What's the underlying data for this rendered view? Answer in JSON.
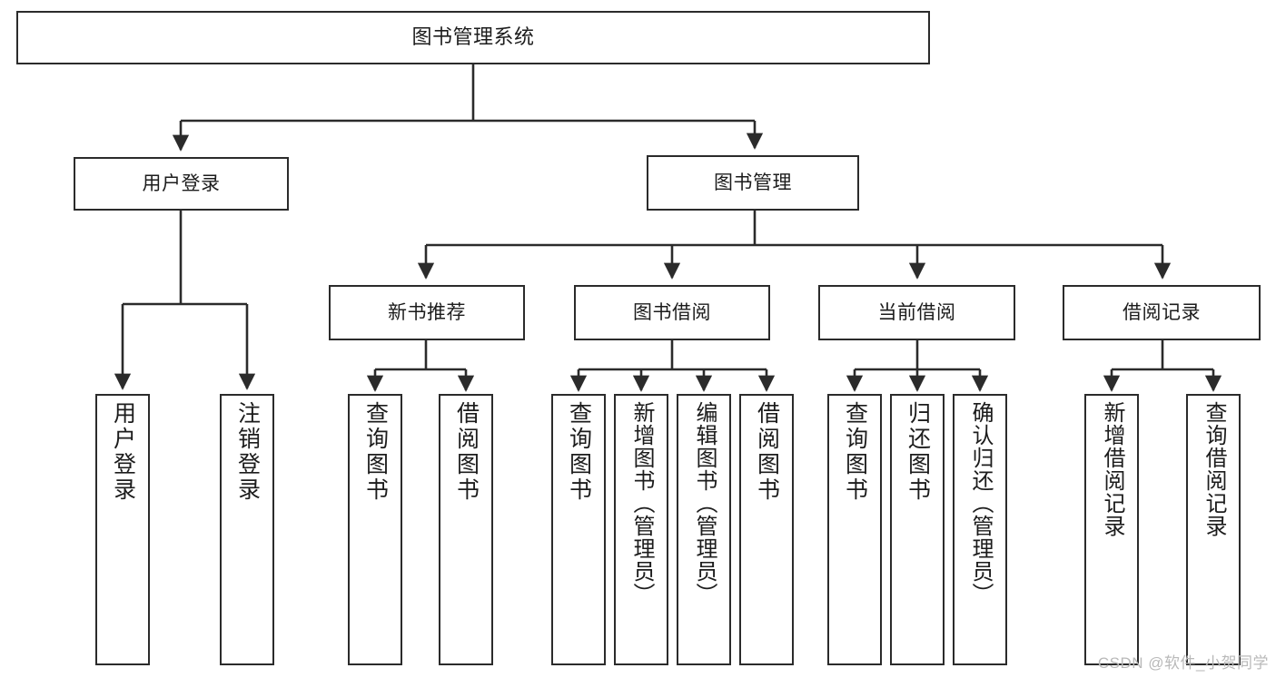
{
  "diagram": {
    "title": "图书管理系统",
    "type": "tree-hierarchy",
    "watermark": "CSDN @软件_小贺同学",
    "colors": {
      "stroke": "#2b2b2b",
      "fill": "#ffffff",
      "text": "#1c1c1c",
      "watermark": "#b9b9b9"
    },
    "root": {
      "label": "图书管理系统"
    },
    "level2": [
      {
        "label": "用户登录"
      },
      {
        "label": "图书管理"
      }
    ],
    "level3": [
      {
        "label": "新书推荐"
      },
      {
        "label": "图书借阅"
      },
      {
        "label": "当前借阅"
      },
      {
        "label": "借阅记录"
      }
    ],
    "leaves": {
      "user_login": [
        {
          "label": "用户登录"
        },
        {
          "label": "注销登录"
        }
      ],
      "new_book": [
        {
          "label": "查询图书"
        },
        {
          "label": "借阅图书"
        }
      ],
      "book_borrow": [
        {
          "label": "查询图书"
        },
        {
          "label": "新增图书（管理员）"
        },
        {
          "label": "编辑图书（管理员）"
        },
        {
          "label": "借阅图书"
        }
      ],
      "current_borrow": [
        {
          "label": "查询图书"
        },
        {
          "label": "归还图书"
        },
        {
          "label": "确认归还（管理员）"
        }
      ],
      "borrow_record": [
        {
          "label": "新增借阅记录"
        },
        {
          "label": "查询借阅记录"
        }
      ]
    }
  }
}
